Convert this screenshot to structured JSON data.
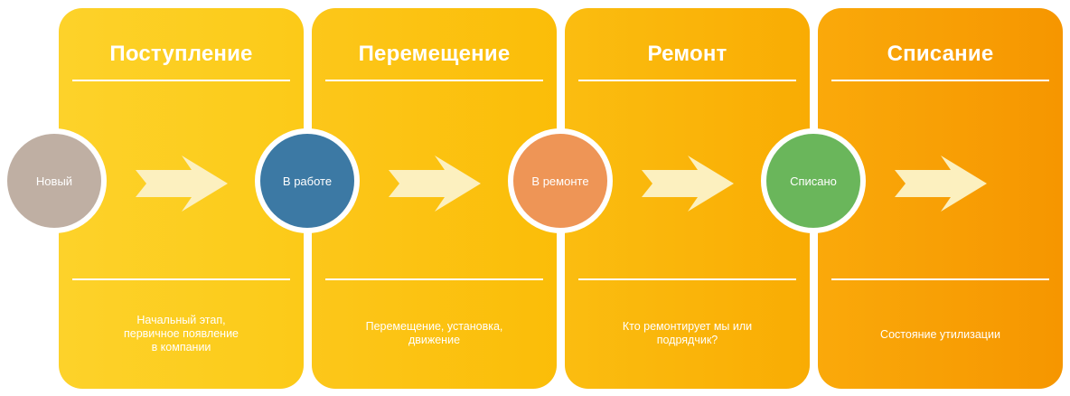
{
  "stages": [
    {
      "title": "Поступление",
      "status": "Новый",
      "status_color": "#bfafa3",
      "description_lines": [
        "Начальный этап,",
        "первичное появление",
        "в компании"
      ]
    },
    {
      "title": "Перемещение",
      "status": "В работе",
      "status_color": "#3c79a4",
      "description_lines": [
        "Перемещение, установка,",
        "движение"
      ]
    },
    {
      "title": "Ремонт",
      "status": "В ремонте",
      "status_color": "#ee9556",
      "description_lines": [
        "Кто ремонтирует мы или",
        "подрядчик?"
      ]
    },
    {
      "title": "Списание",
      "status": "Списано",
      "status_color": "#6ab65b",
      "description_lines": [
        "Состояние утилизации"
      ]
    }
  ],
  "card_colors": [
    "#fdd22a",
    "#fbbd08",
    "#f9ac03",
    "#f69600"
  ],
  "arrow_color": "#fcf0bf",
  "arrow_icon": "right-arrow-icon"
}
